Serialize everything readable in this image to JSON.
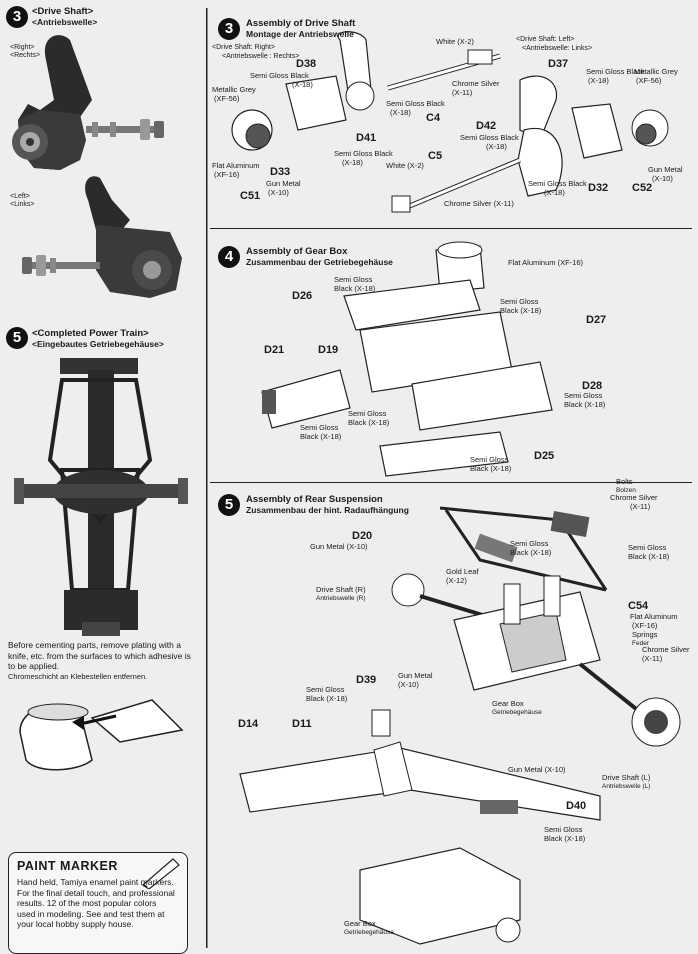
{
  "left_column": {
    "step3": {
      "number": "3",
      "title_en": "<Drive Shaft>",
      "title_de": "<Antriebswelle>",
      "right_label_en": "<Right>",
      "right_label_de": "<Rechts>",
      "left_label_en": "<Left>",
      "left_label_de": "<Links>"
    },
    "step5": {
      "number": "5",
      "title_en": "<Completed Power Train>",
      "title_de": "<Eingebautes Getriebegehäuse>"
    },
    "plating_note_en": "Before cementing parts, remove plating with a knife, etc. from the surfaces to which adhesive is to be applied.",
    "plating_note_de": "Chromeschicht an Klebestellen entfernen.",
    "paint_marker": {
      "title": "PAINT MARKER",
      "text": "Hand held, Tamiya enamel paint markers. For the final detail touch, and professional results. 12 of the most popular colors used in modeling. See and test them at your local hobby supply house."
    }
  },
  "step3": {
    "number": "3",
    "title_en": "Assembly of Drive Shaft",
    "title_de": "Montage der Antriebswelle",
    "right_en": "<Drive Shaft: Right>",
    "right_de": "<Antriebswelle : Rechts>",
    "left_en": "<Drive Shaft: Left>",
    "left_de": "<Antriebswelle: Links>",
    "labels": {
      "d38": "D38",
      "semi_gloss_1": "Semi Gloss Black",
      "semi_gloss_1_code": "(X-18)",
      "white_top": "White (X-2)",
      "chrome_silver_top": "Chrome Silver",
      "chrome_silver_top_code": "(X-11)",
      "d37": "D37",
      "semi_gloss_2": "Semi Gloss Black",
      "semi_gloss_2_code": "(X-18)",
      "metallic_grey_left": "Metallic Grey",
      "metallic_grey_left_code": "(XF-56)",
      "metallic_grey_right": "Metallic Grey",
      "metallic_grey_right_code": "(XF-56)",
      "semi_gloss_3": "Semi Gloss Black",
      "semi_gloss_3_code": "(X-18)",
      "c4": "C4",
      "d41": "D41",
      "d42": "D42",
      "semi_gloss_4": "Semi Gloss Black",
      "semi_gloss_4_code": "(X-18)",
      "c5": "C5",
      "semi_gloss_5": "Semi Gloss Black",
      "semi_gloss_5_code": "(X-18)",
      "white_mid": "White (X-2)",
      "flat_aluminum": "Flat Aluminum",
      "flat_aluminum_code": "(XF-16)",
      "d33": "D33",
      "gun_metal_1": "Gun Metal",
      "gun_metal_1_code": "(X-10)",
      "c51": "C51",
      "semi_gloss_6": "Semi Gloss Black",
      "semi_gloss_6_code": "(X-18)",
      "d32": "D32",
      "c52": "C52",
      "gun_metal_2": "Gun Metal",
      "gun_metal_2_code": "(X-10)",
      "chrome_silver_bottom": "Chrome Silver (X-11)"
    }
  },
  "step4": {
    "number": "4",
    "title_en": "Assembly of Gear Box",
    "title_de": "Zusammenbau der Getriebegehäuse",
    "labels": {
      "flat_aluminum": "Flat Aluminum (XF-16)",
      "semi_gloss_1": "Semi Gloss Black (X-18)",
      "d26": "D26",
      "semi_gloss_2": "Semi Gloss Black (X-18)",
      "d27": "D27",
      "d21": "D21",
      "d19": "D19",
      "d28": "D28",
      "semi_gloss_3": "Semi Gloss Black (X-18)",
      "semi_gloss_4": "Semi Gloss Black (X-18)",
      "semi_gloss_5": "Semi Gloss Black (X-18)",
      "semi_gloss_6": "Semi Gloss Black (X-18)",
      "d25": "D25"
    }
  },
  "step5": {
    "number": "5",
    "title_en": "Assembly of Rear Suspension",
    "title_de": "Zusammenbau der hint. Radaufhängung",
    "labels": {
      "bolts_en": "Bolts",
      "bolts_de": "Bolzen",
      "chrome_silver_1": "Chrome Silver",
      "chrome_silver_1_code": "(X-11)",
      "d20": "D20",
      "gun_metal_1": "Gun Metal (X-10)",
      "semi_gloss_1": "Semi Gloss Black (X-18)",
      "semi_gloss_2": "Semi Gloss Black (X-18)",
      "drive_shaft_r_en": "Drive Shaft (R)",
      "drive_shaft_r_de": "Antriebswelle (R)",
      "gold_leaf": "Gold Leaf",
      "gold_leaf_code": "(X-12)",
      "c54": "C54",
      "flat_aluminum": "Flat Aluminum",
      "flat_aluminum_code": "(XF-16)",
      "springs_en": "Springs",
      "springs_de": "Feder",
      "chrome_silver_2": "Chrome Silver (X-11)",
      "semi_gloss_3": "Semi Gloss Black (X-18)",
      "d39": "D39",
      "gun_metal_2": "Gun Metal (X-10)",
      "gear_box_en": "Gear Box",
      "gear_box_de": "Getriebegehäuse",
      "d14": "D14",
      "d11": "D11",
      "gun_metal_3": "Gun Metal (X-10)",
      "drive_shaft_l_en": "Drive Shaft (L)",
      "drive_shaft_l_de": "Antriebswelle (L)",
      "d40": "D40",
      "semi_gloss_4": "Semi Gloss Black (X-18)",
      "gear_box_bottom_en": "Gear Box",
      "gear_box_bottom_de": "Getriebegehäuse"
    }
  },
  "colors": {
    "ink": "#1a1a1a",
    "paper": "#eeeeec",
    "photo_dark": "#2b2b2b"
  }
}
